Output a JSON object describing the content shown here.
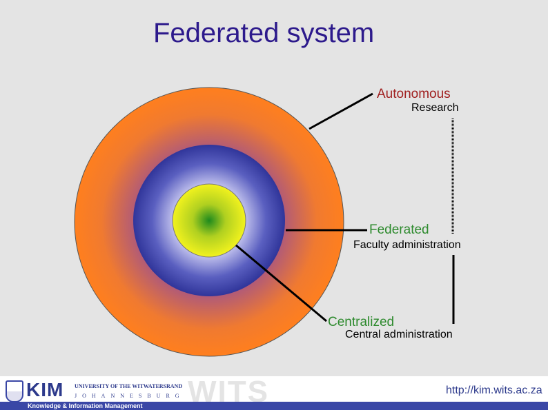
{
  "slide": {
    "title": "Federated system"
  },
  "diagram": {
    "levels": [
      {
        "label": "Autonomous",
        "sub": "Research",
        "color": "#a02020"
      },
      {
        "label": "Federated",
        "sub": "Faculty administration",
        "color": "#2d8a2d"
      },
      {
        "label": "Centralized",
        "sub": "Central administration",
        "color": "#2d8a2d"
      }
    ],
    "colors": {
      "outer": "#ff7f1e",
      "middle": "#30359a",
      "inner": "#f2f21e",
      "center": "#1e8a1e"
    }
  },
  "footer": {
    "logo_text": "KIM",
    "university": "UNIVERSITY OF THE WITWATERSRAND",
    "city": "JOHANNESBURG",
    "tagline": "Knowledge & Information Management",
    "wits": "WITS",
    "url": "http://kim.wits.ac.za"
  }
}
